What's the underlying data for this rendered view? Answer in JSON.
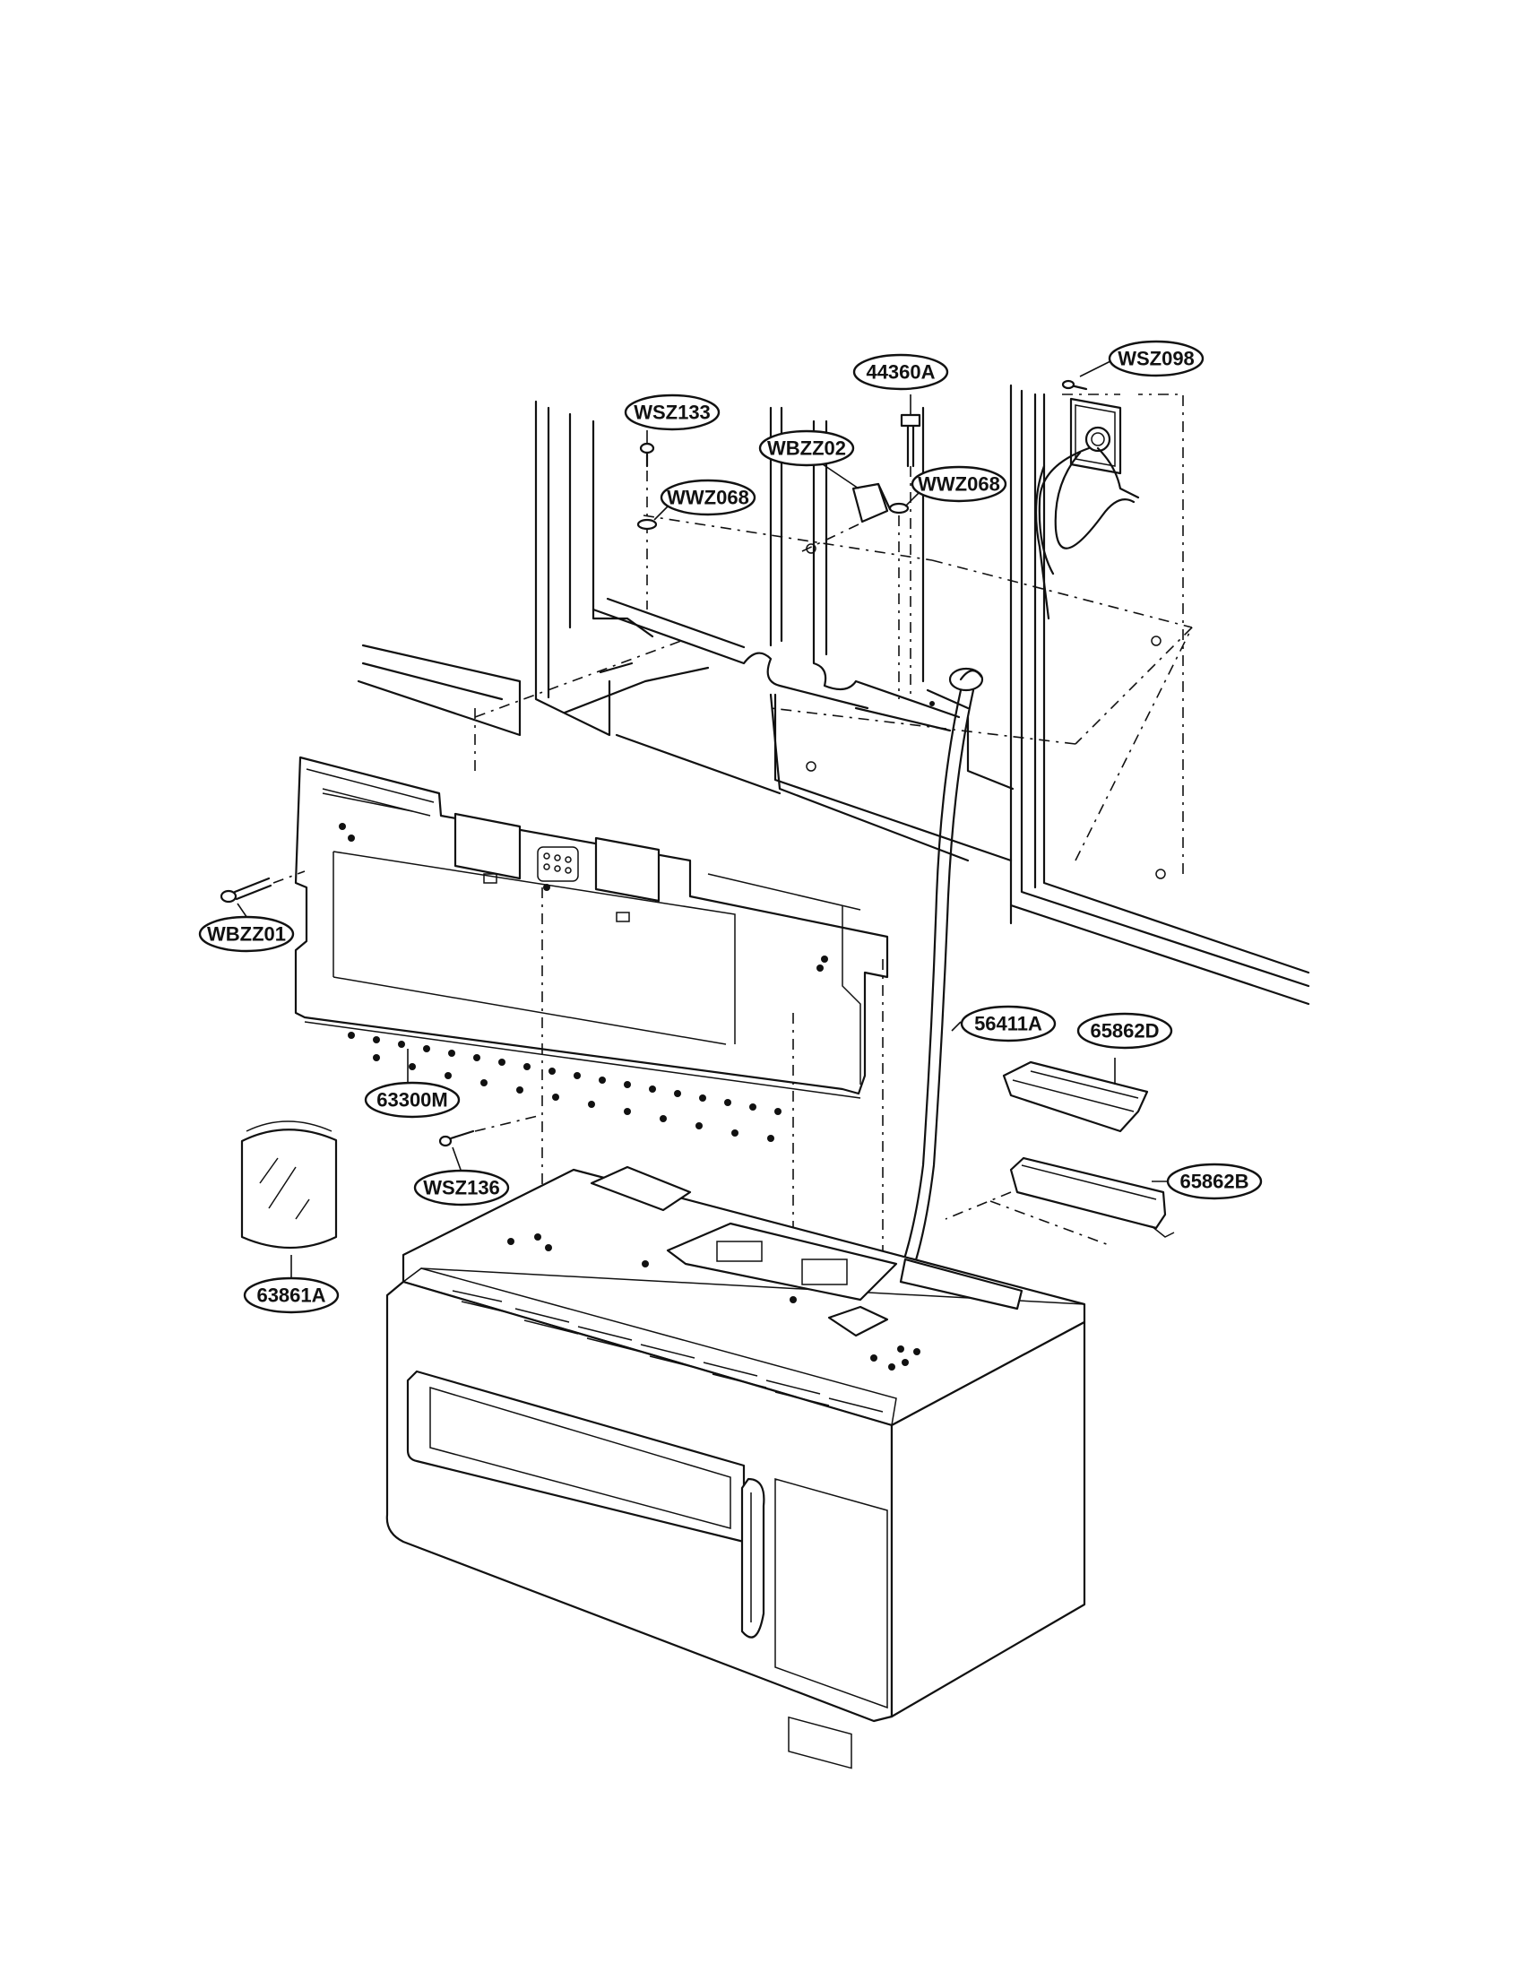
{
  "labels": [
    {
      "id": "wsz098",
      "text": "WSZ098"
    },
    {
      "id": "44360a",
      "text": "44360A"
    },
    {
      "id": "wsz133",
      "text": "WSZ133"
    },
    {
      "id": "wbzz02",
      "text": "WBZZ02"
    },
    {
      "id": "wwz068-left",
      "text": "WWZ068"
    },
    {
      "id": "wwz068-right",
      "text": "WWZ068"
    },
    {
      "id": "wbzz01",
      "text": "WBZZ01"
    },
    {
      "id": "56411a",
      "text": "56411A"
    },
    {
      "id": "65862d",
      "text": "65862D"
    },
    {
      "id": "63300m",
      "text": "63300M"
    },
    {
      "id": "wsz136",
      "text": "WSZ136"
    },
    {
      "id": "65862b",
      "text": "65862B"
    },
    {
      "id": "63861a",
      "text": "63861A"
    }
  ]
}
